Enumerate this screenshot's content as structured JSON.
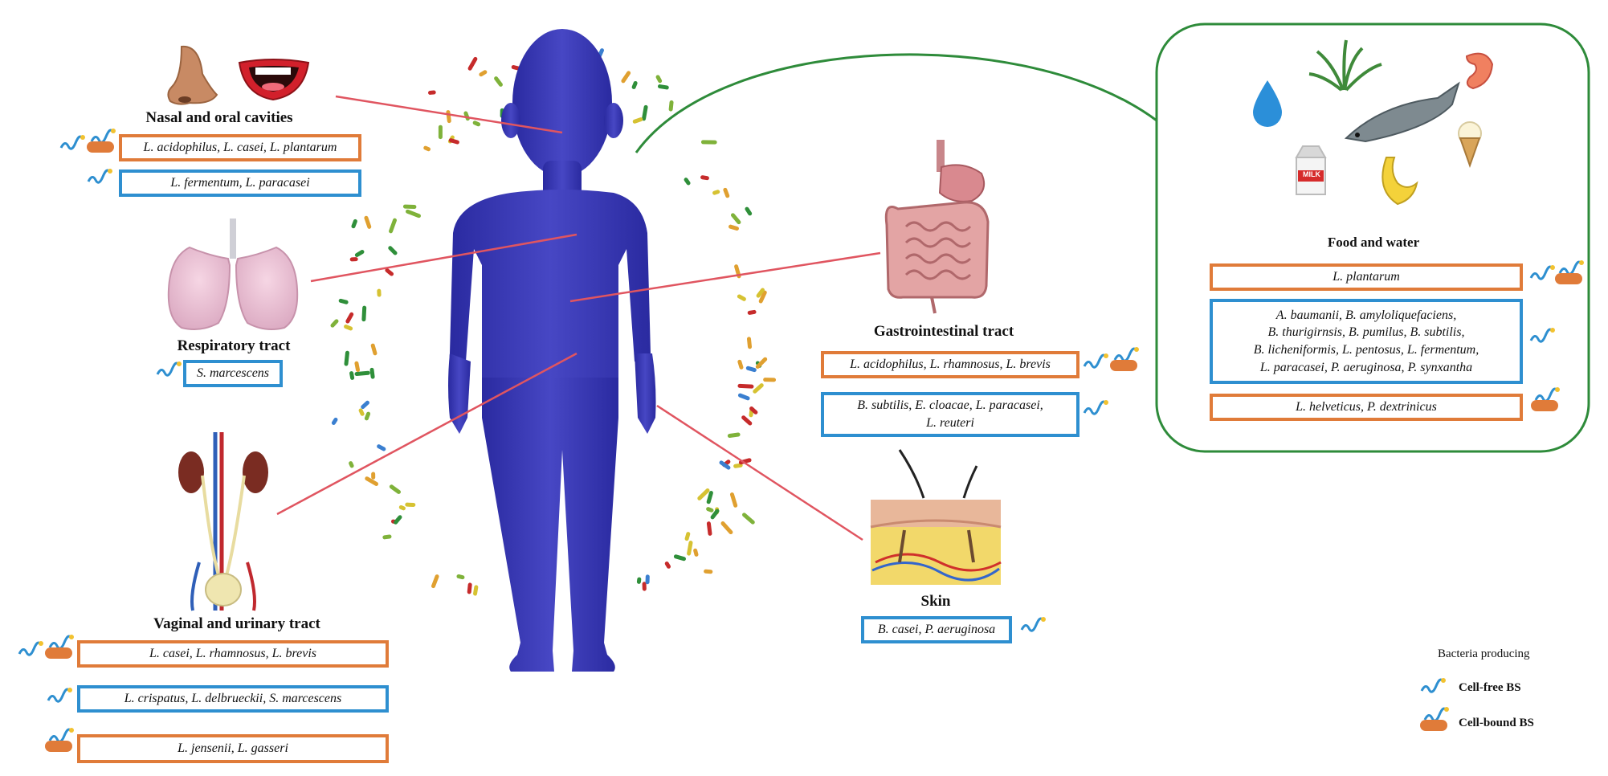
{
  "sites": {
    "nasal_oral": {
      "title": "Nasal and oral cavities",
      "box1": "L. acidophilus, L. casei, L. plantarum",
      "box2": "L. fermentum, L. paracasei"
    },
    "respiratory": {
      "title": "Respiratory tract",
      "box1": "S. marcescens"
    },
    "vaginal_urinary": {
      "title": "Vaginal and urinary tract",
      "box1": "L. casei, L. rhamnosus, L. brevis",
      "box2": "L. crispatus, L. delbrueckii, S. marcescens",
      "box3": "L. jensenii, L. gasseri"
    },
    "gastrointestinal": {
      "title": "Gastrointestinal tract",
      "box1": "L. acidophilus, L. rhamnosus, L. brevis",
      "box2_line1": "B. subtilis, E. cloacae, L. paracasei,",
      "box2_line2": "L. reuteri"
    },
    "skin": {
      "title": "Skin",
      "box1": "B. casei, P. aeruginosa"
    },
    "food_water": {
      "title": "Food and water",
      "box1": "L. plantarum",
      "box2_lines": [
        "A. baumanii, B. amyloliquefaciens,",
        "B. thurigirnsis, B. pumilus, B. subtilis,",
        "B. licheniformis, L. pentosus, L. fermentum,",
        "L. paracasei, P. aeruginosa, P. synxantha"
      ],
      "box3": "L. helveticus, P. dextrinicus",
      "milk_label": "MILK"
    }
  },
  "legend": {
    "heading": "Bacteria producing",
    "cell_free": "Cell-free BS",
    "cell_bound": "Cell-bound BS"
  },
  "colors": {
    "cell_free_border": "#2e8fd0",
    "cell_bound_border": "#e07b39",
    "body": "#3d3db8",
    "connector": "#e05560",
    "food_frame": "#2e8b3a"
  },
  "icons": [
    "nose-icon",
    "mouth-icon",
    "lungs-icon",
    "kidneys-icon",
    "intestine-icon",
    "skin-icon",
    "water-drop-icon",
    "plant-icon",
    "shrimp-icon",
    "fish-icon",
    "milk-carton-icon",
    "banana-icon",
    "ice-cream-icon",
    "cell-free-bs-icon",
    "cell-bound-bs-icon"
  ]
}
